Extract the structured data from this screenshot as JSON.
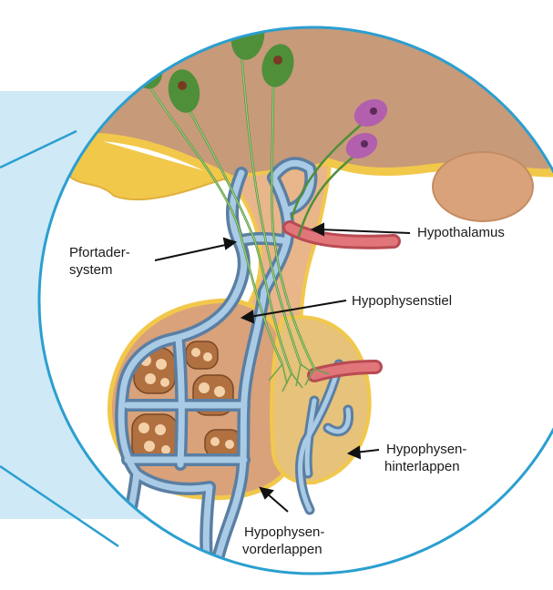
{
  "labels": {
    "hypothalamus": "Hypothalamus",
    "pfortader_1": "Pfortader-",
    "pfortader_2": "system",
    "stiel": "Hypophysenstiel",
    "hinter_1": "Hypophysen-",
    "hinter_2": "hinterlappen",
    "vorder_1": "Hypophysen-",
    "vorder_2": "vorderlappen"
  },
  "colors": {
    "callout_panel": "#cfe9f6",
    "circle_border": "#2b9fd0",
    "brain_tissue": "#c79a7a",
    "brain_edge": "#f2c84b",
    "vessel_blue": "#8fb6d6",
    "artery_red": "#e0757a",
    "neuron_green": "#4f8f3a",
    "neuron_purple": "#b25fae",
    "lobe_fill": "#d9a27a"
  }
}
